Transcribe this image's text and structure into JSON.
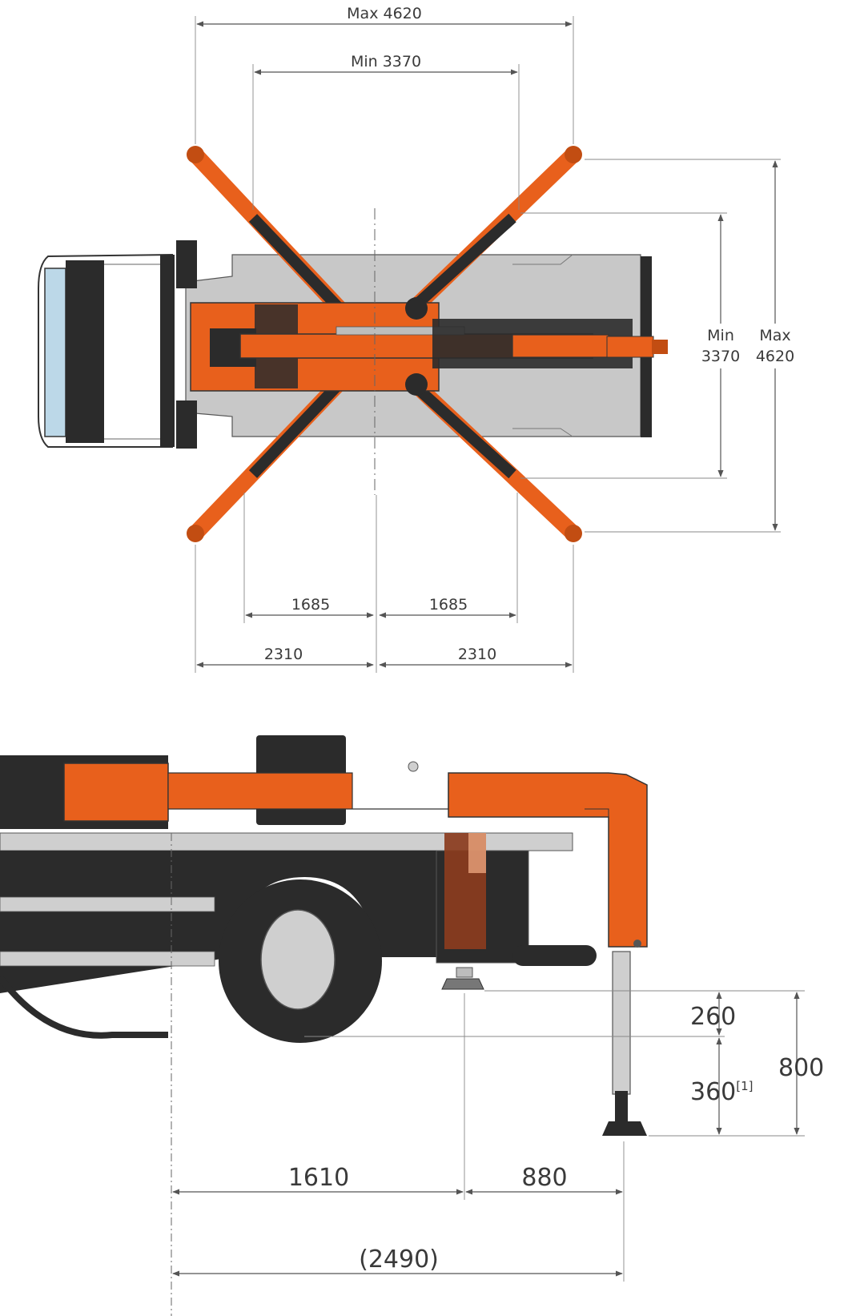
{
  "colors": {
    "orange": "#e8601c",
    "orange_dark": "#c24d12",
    "plate_gray": "#c8c8c8",
    "steel_dark": "#2b2b2b",
    "dim_line": "#555555"
  },
  "top_view": {
    "width_max": "Max 4620",
    "width_min": "Min 3370",
    "length_min": "Min",
    "length_min_value": "3370",
    "length_max": "Max",
    "length_max_value": "4620",
    "half_min_left": "1685",
    "half_min_right": "1685",
    "half_max_left": "2310",
    "half_max_right": "2310"
  },
  "side_view": {
    "height_upper": "260",
    "height_lower": "360",
    "height_lower_note": "[1]",
    "height_total": "800",
    "dist_axle_to_jack": "1610",
    "dist_jack_to_outrigger": "880",
    "dist_total": "(2490)"
  }
}
